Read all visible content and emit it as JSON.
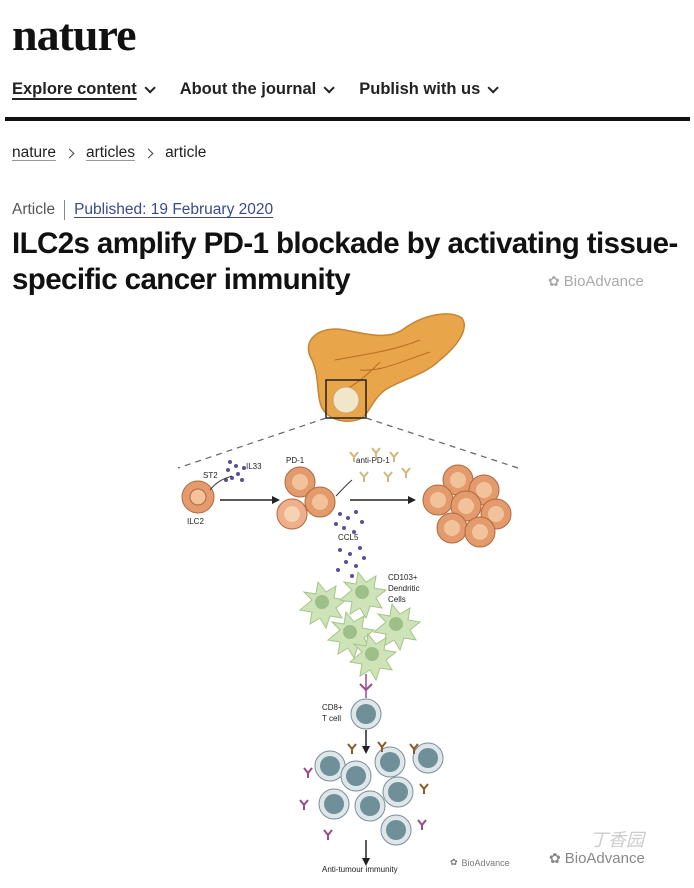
{
  "brand": "nature",
  "nav": [
    {
      "label": "Explore content",
      "active": true
    },
    {
      "label": "About the journal",
      "active": false
    },
    {
      "label": "Publish with us",
      "active": false
    }
  ],
  "breadcrumb": {
    "items": [
      "nature",
      "articles"
    ],
    "current": "article"
  },
  "meta": {
    "type": "Article",
    "published": "Published: 19 February 2020"
  },
  "title": "ILC2s amplify PD-1 blockade by activating tissue-specific cancer immunity",
  "watermark": {
    "text": "BioAdvance",
    "site": "丁香园"
  },
  "figure": {
    "labels": {
      "st2": "ST2",
      "il33": "IL33",
      "ilc2": "ILC2",
      "pd1": "PD-1",
      "anti_pd1": "anti-PD-1",
      "ccl5": "CCL5",
      "dc_line1": "CD103+",
      "dc_line2": "Dendritic",
      "dc_line3": "Cells",
      "cd8_line1": "CD8+",
      "cd8_line2": "T cell",
      "outcome": "Anti-tumour immunity"
    },
    "colors": {
      "pancreas": "#e8a54a",
      "ilc2": "#e39a6c",
      "dendritic": "#cfe3b8",
      "tcell": "#9bb3bd",
      "antibody": "#d4b77a",
      "receptor": "#3d3f6e",
      "chemokine": "#5b4e9a"
    }
  }
}
